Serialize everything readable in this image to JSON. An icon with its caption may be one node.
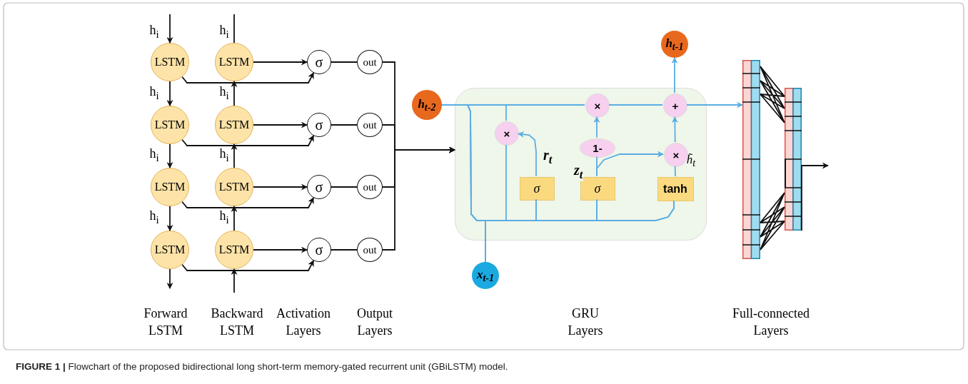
{
  "diagram": {
    "caption": "**FIGURE 1 |** Flowchart of the proposed bidirectional long short-term memory-gated recurrent unit (GBiLSTM) model.",
    "nodes": [
      {
        "text": [
          "LSTM"
        ]
      },
      {
        "text": [
          "LSTM"
        ]
      },
      {
        "text": [
          "LSTM"
        ]
      },
      {
        "text": [
          "LSTM"
        ]
      },
      {
        "text": [
          "LSTM"
        ]
      },
      {
        "text": [
          "LSTM"
        ]
      },
      {
        "text": [
          "LSTM"
        ]
      },
      {
        "text": [
          "LSTM"
        ]
      },
      {
        "text": [
          "σ"
        ]
      },
      {
        "text": [
          "σ"
        ]
      },
      {
        "text": [
          "σ"
        ]
      },
      {
        "text": [
          "σ"
        ]
      },
      {
        "text": [
          "out"
        ]
      },
      {
        "text": [
          "out"
        ]
      },
      {
        "text": [
          "out"
        ]
      },
      {
        "text": [
          "out"
        ]
      },
      {
        "text": [],
        "shape": "box"
      },
      {
        "text": [
          "h$_{t-2}$"
        ]
      },
      {
        "text": [
          "h$_{t-1}$"
        ]
      },
      {
        "text": [
          "x$_{t-1}$"
        ]
      },
      {
        "text": [
          "×"
        ],
        "in": 16
      },
      {
        "text": [
          "×"
        ],
        "in": 16
      },
      {
        "text": [
          "+"
        ],
        "in": 16
      },
      {
        "text": [
          "1-"
        ],
        "in": 16
      },
      {
        "text": [
          "×"
        ],
        "in": 16
      },
      {
        "text": [
          "σ"
        ],
        "in": 16
      },
      {
        "text": [
          "σ"
        ],
        "in": 16
      },
      {
        "text": [
          "tanh"
        ],
        "in": 16
      },
      {
        "text": [],
        "shape": "bar"
      },
      {
        "text": [],
        "shape": "bar"
      }
    ],
    "edges": [
      {
        "from": null,
        "to": 0,
        "arrow": "to"
      },
      {
        "from": 0,
        "to": 1,
        "arrow": "to"
      },
      {
        "from": 1,
        "to": 2,
        "arrow": "to"
      },
      {
        "from": 2,
        "to": 3,
        "arrow": "to"
      },
      {
        "from": 3,
        "to": null,
        "arrow": "to"
      },
      {
        "from": 4,
        "to": null,
        "arrow": "none"
      },
      {
        "from": null,
        "to": 7,
        "arrow": "to"
      },
      {
        "from": 7,
        "to": 6,
        "arrow": "to"
      },
      {
        "from": 6,
        "to": 5,
        "arrow": "to"
      },
      {
        "from": 5,
        "to": 4,
        "arrow": "to"
      },
      {
        "from": 4,
        "to": 8,
        "arrow": "to"
      },
      {
        "from": 5,
        "to": 9,
        "arrow": "to"
      },
      {
        "from": 6,
        "to": 10,
        "arrow": "to"
      },
      {
        "from": 7,
        "to": 11,
        "arrow": "to"
      },
      {
        "from": 0,
        "to": 8,
        "arrow": "to"
      },
      {
        "from": 1,
        "to": 9,
        "arrow": "to"
      },
      {
        "from": 2,
        "to": 10,
        "arrow": "to"
      },
      {
        "from": 3,
        "to": 11,
        "arrow": "to"
      },
      {
        "from": 8,
        "to": 12,
        "arrow": "none"
      },
      {
        "from": 9,
        "to": 13,
        "arrow": "none"
      },
      {
        "from": 10,
        "to": 14,
        "arrow": "none"
      },
      {
        "from": 11,
        "to": 15,
        "arrow": "none"
      },
      {
        "from": 12,
        "to": 16,
        "arrow": "to"
      },
      {
        "from": 13,
        "to": 16,
        "arrow": "to"
      },
      {
        "from": 14,
        "to": 16,
        "arrow": "to"
      },
      {
        "from": 15,
        "to": 16,
        "arrow": "to"
      },
      {
        "from": 17,
        "to": 21,
        "arrow": "none",
        "color": "#5aaee3"
      },
      {
        "from": 21,
        "to": 22,
        "arrow": "none",
        "color": "#5aaee3"
      },
      {
        "from": 22,
        "to": 28,
        "arrow": "to",
        "color": "#5aaee3"
      },
      {
        "from": 22,
        "to": 18,
        "arrow": "to",
        "color": "#5aaee3"
      },
      {
        "from": 17,
        "to": 20,
        "arrow": "none",
        "color": "#5aaee3"
      },
      {
        "from": 17,
        "to": 25,
        "arrow": "none",
        "color": "#5aaee3"
      },
      {
        "from": 17,
        "to": 26,
        "arrow": "none",
        "color": "#5aaee3"
      },
      {
        "from": 17,
        "to": 27,
        "arrow": "none",
        "color": "#5aaee3"
      },
      {
        "from": 19,
        "to": 20,
        "arrow": "none",
        "color": "#5aaee3"
      },
      {
        "from": 19,
        "to": 25,
        "arrow": "none",
        "color": "#5aaee3"
      },
      {
        "from": 19,
        "to": 26,
        "arrow": "none",
        "color": "#5aaee3"
      },
      {
        "from": 19,
        "to": 27,
        "arrow": "none",
        "color": "#5aaee3"
      },
      {
        "from": 25,
        "to": 20,
        "arrow": "to",
        "label": "r$_{t}$",
        "color": "#5aaee3"
      },
      {
        "from": 26,
        "to": 23,
        "arrow": "none",
        "color": "#5aaee3"
      },
      {
        "from": 26,
        "to": 24,
        "arrow": "to",
        "label": "z$_{t}$",
        "color": "#5aaee3"
      },
      {
        "from": 23,
        "to": 21,
        "arrow": "to",
        "color": "#5aaee3"
      },
      {
        "from": 27,
        "to": 24,
        "arrow": "none",
        "color": "#5aaee3"
      },
      {
        "from": 24,
        "to": 22,
        "arrow": "to",
        "color": "#5aaee3"
      },
      {
        "from": 28,
        "to": 29,
        "arrow": "none"
      },
      {
        "from": 29,
        "to": null,
        "arrow": "to"
      }
    ],
    "labels": [
      "h$_{i}$",
      "h$_{i}$",
      "h$_{i}$",
      "h$_{i}$",
      "h$_{i}$",
      "h$_{i}$",
      "h$_{i}$",
      "h$_{i}$",
      "h̃$_{t}$",
      "Forward LSTM",
      "Backward LSTM",
      "Activation Layers",
      "Output Layers",
      "GRU Layers",
      "Full-connected Layers"
    ]
  }
}
